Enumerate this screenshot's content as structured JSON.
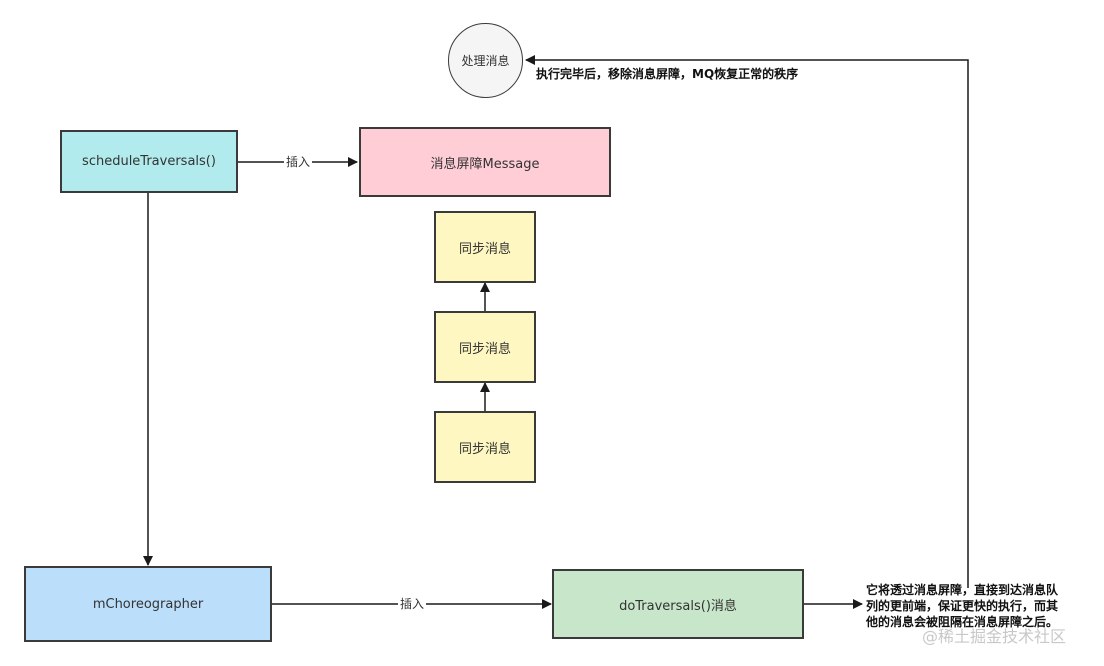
{
  "nodes": {
    "process_message": {
      "label": "处理消息",
      "color": "#f5f5f5"
    },
    "schedule_traversals": {
      "label": "scheduleTraversals()",
      "color": "#b2ebee"
    },
    "barrier_message": {
      "label": "消息屏障Message",
      "color": "#ffcdd6"
    },
    "sync_message_top": {
      "label": "同步消息",
      "color": "#fff7c2"
    },
    "sync_message_mid": {
      "label": "同步消息",
      "color": "#fff7c2"
    },
    "sync_message_bottom": {
      "label": "同步消息",
      "color": "#fff7c2"
    },
    "choreographer": {
      "label": "mChoreographer",
      "color": "#bbdefb"
    },
    "do_traversals": {
      "label": "doTraversals()消息",
      "color": "#c8e6c9"
    }
  },
  "edges": {
    "insert_barrier": {
      "label": "插入"
    },
    "insert_do_traversals": {
      "label": "插入"
    }
  },
  "notes": {
    "restore_order": "执行完毕后，移除消息屏障，MQ恢复正常的秩序",
    "async_line1": "它将透过消息屏障，直接到达消息队",
    "async_line2": "列的更前端，保证更快的执行，而其",
    "async_line3": "他的消息会被阻隔在消息屏障之后。"
  },
  "watermark": "@稀土掘金技术社区"
}
